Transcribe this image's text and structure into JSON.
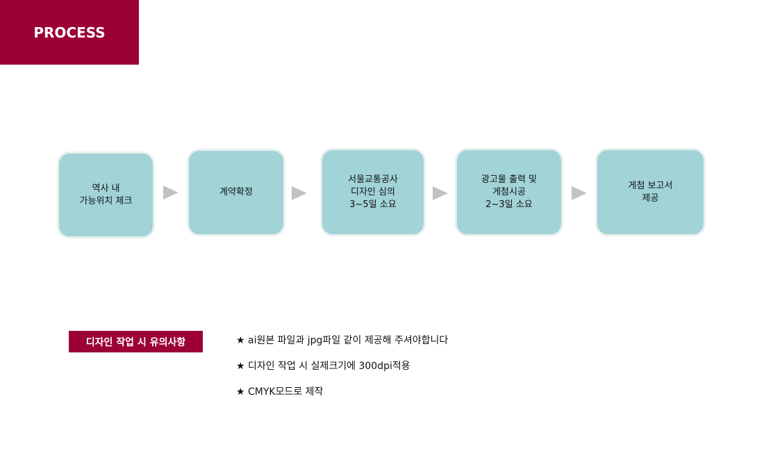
{
  "header": {
    "title": "PROCESS"
  },
  "process": {
    "steps": [
      {
        "label": "역사 내\n가능위치 체크"
      },
      {
        "label": "계약확정"
      },
      {
        "label": "서울교통공사\n디자인 심의\n3~5일 소요"
      },
      {
        "label": "광고물 출력 및\n게첨시공\n2~3일 소요"
      },
      {
        "label": "게첨 보고서\n제공"
      }
    ],
    "arrow_icon": "triangle-right-icon"
  },
  "notes": {
    "title": "디자인 작업 시 유의사항",
    "items": [
      "★ ai원본 파일과 jpg파일 같이 제공해 주셔야합니다",
      "★ 디자인 작업 시 실제크기에 300dpi적용",
      "★ CMYK모드로 제작"
    ]
  },
  "colors": {
    "brand": "#9b0135",
    "step_fill": "#a1d3d7",
    "step_border": "#e9efef",
    "arrow": "#c2c2c2"
  }
}
